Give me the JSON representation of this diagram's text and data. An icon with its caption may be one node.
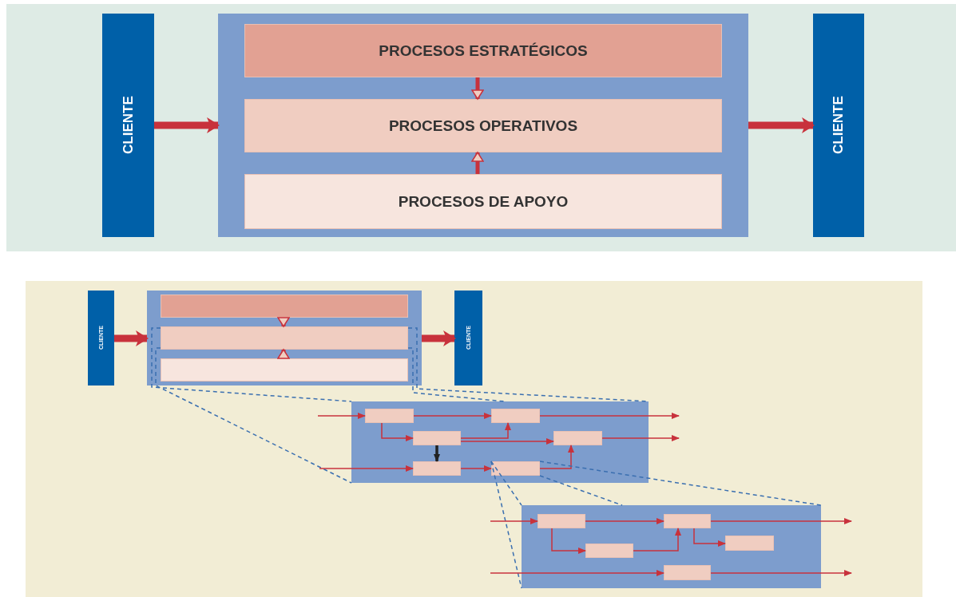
{
  "diagram": {
    "nodes": [
      {
        "text": [
          "CLIENTE"
        ]
      },
      {
        "text": [],
        "shape": "box"
      },
      {
        "text": [
          "PROCESOS ESTRATÉGICOS"
        ],
        "in": 1
      },
      {
        "text": [
          "PROCESOS OPERATIVOS"
        ],
        "in": 1
      },
      {
        "text": [
          "PROCESOS DE APOYO"
        ],
        "in": 1
      },
      {
        "text": [
          "CLIENTE"
        ]
      },
      {
        "text": [
          "CLIENTE"
        ]
      },
      {
        "text": [],
        "shape": "box"
      },
      {
        "text": [],
        "shape": "box",
        "in": 7
      },
      {
        "text": [],
        "shape": "box",
        "in": 7
      },
      {
        "text": [],
        "shape": "box",
        "in": 7
      },
      {
        "text": [
          "CLIENTE"
        ]
      },
      {
        "text": [],
        "shape": "box"
      },
      {
        "text": [],
        "shape": "box",
        "in": 12
      },
      {
        "text": [],
        "shape": "box",
        "in": 12
      },
      {
        "text": [],
        "shape": "box",
        "in": 12
      },
      {
        "text": [],
        "shape": "box",
        "in": 12
      },
      {
        "text": [],
        "shape": "box",
        "in": 12
      },
      {
        "text": [],
        "shape": "box",
        "in": 12
      },
      {
        "text": [],
        "shape": "box"
      },
      {
        "text": [],
        "shape": "box",
        "in": 19
      },
      {
        "text": [],
        "shape": "box",
        "in": 19
      },
      {
        "text": [],
        "shape": "box",
        "in": 19
      },
      {
        "text": [],
        "shape": "box",
        "in": 19
      },
      {
        "text": [],
        "shape": "box",
        "in": 19
      }
    ],
    "edges": [
      {
        "from": 0,
        "to": 1,
        "arrow": "to",
        "style": "thick"
      },
      {
        "from": 2,
        "to": 3,
        "arrow": "to",
        "style": "thick"
      },
      {
        "from": 4,
        "to": 3,
        "arrow": "to",
        "style": "thick"
      },
      {
        "from": 1,
        "to": 5,
        "arrow": "to",
        "style": "thick"
      },
      {
        "from": 6,
        "to": 7,
        "arrow": "to",
        "style": "thick"
      },
      {
        "from": 8,
        "to": 9,
        "arrow": "to",
        "style": "thick"
      },
      {
        "from": 10,
        "to": 9,
        "arrow": "to",
        "style": "thick"
      },
      {
        "from": 7,
        "to": 11,
        "arrow": "to",
        "style": "thick"
      },
      {
        "from": 9,
        "to": 12,
        "arrow": "none",
        "style": "dashed",
        "color": "#3a6fb0"
      },
      {
        "from": 9,
        "to": 12,
        "arrow": "none",
        "style": "dashed",
        "color": "#3a6fb0"
      },
      {
        "from": 9,
        "to": 12,
        "arrow": "none",
        "style": "dashed",
        "color": "#3a6fb0"
      },
      {
        "from": 9,
        "to": 12,
        "arrow": "none",
        "style": "dashed",
        "color": "#3a6fb0"
      },
      {
        "from": null,
        "to": 13,
        "arrow": "to"
      },
      {
        "from": 13,
        "to": 14,
        "arrow": "to"
      },
      {
        "from": 14,
        "to": null,
        "arrow": "to"
      },
      {
        "from": 13,
        "to": 15,
        "arrow": "to"
      },
      {
        "from": 15,
        "to": 14,
        "arrow": "to"
      },
      {
        "from": 15,
        "to": 16,
        "arrow": "to"
      },
      {
        "from": 16,
        "to": null,
        "arrow": "to"
      },
      {
        "from": 15,
        "to": 17,
        "arrow": "to",
        "style": "thick",
        "color": "#222222"
      },
      {
        "from": null,
        "to": 17,
        "arrow": "to"
      },
      {
        "from": 17,
        "to": 18,
        "arrow": "to"
      },
      {
        "from": 18,
        "to": 16,
        "arrow": "to"
      },
      {
        "from": 18,
        "to": 19,
        "arrow": "none",
        "style": "dashed",
        "color": "#3a6fb0"
      },
      {
        "from": 18,
        "to": 19,
        "arrow": "none",
        "style": "dashed",
        "color": "#3a6fb0"
      },
      {
        "from": 18,
        "to": 19,
        "arrow": "none",
        "style": "dashed",
        "color": "#3a6fb0"
      },
      {
        "from": 18,
        "to": 19,
        "arrow": "none",
        "style": "dashed",
        "color": "#3a6fb0"
      },
      {
        "from": null,
        "to": 20,
        "arrow": "to"
      },
      {
        "from": 20,
        "to": 21,
        "arrow": "to"
      },
      {
        "from": 21,
        "to": null,
        "arrow": "to"
      },
      {
        "from": 20,
        "to": 22,
        "arrow": "to"
      },
      {
        "from": 22,
        "to": 21,
        "arrow": "to"
      },
      {
        "from": 21,
        "to": 23,
        "arrow": "to"
      },
      {
        "from": null,
        "to": 24,
        "arrow": "to"
      },
      {
        "from": 24,
        "to": null,
        "arrow": "to"
      }
    ]
  }
}
